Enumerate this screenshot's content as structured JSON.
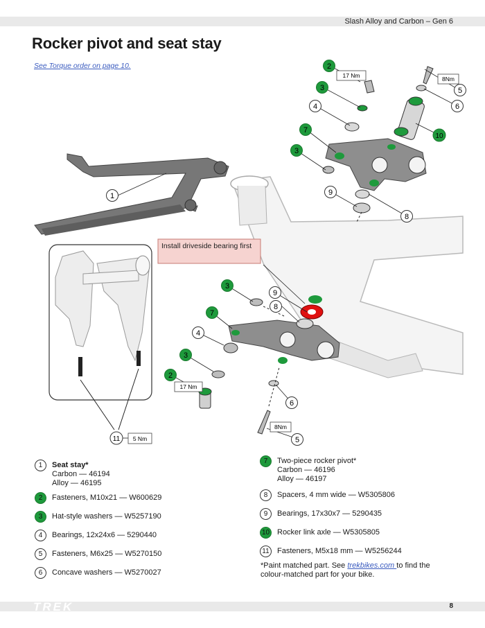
{
  "header": {
    "model": "Slash Alloy and Carbon – Gen 6"
  },
  "title": "Rocker pivot and seat stay",
  "torque_link": "See Torque order on page 10.",
  "callout": "Install driveside bearing first",
  "torque_labels": {
    "t17_top": "17 Nm",
    "t8_top": "8Nm",
    "t17_bottom": "17 Nm",
    "t8_bottom": "8Nm",
    "t5": "5 Nm"
  },
  "diagram_numbers": {
    "n1": "1",
    "n2a": "2",
    "n3a": "3",
    "n4a": "4",
    "n5a": "5",
    "n6a": "6",
    "n7a": "7",
    "n3b": "3",
    "n8a": "8",
    "n9a": "9",
    "n10": "10",
    "n3c": "3",
    "n9b": "9",
    "n8b": "8",
    "n7b": "7",
    "n4b": "4",
    "n3d": "3",
    "n2b": "2",
    "n6b": "6",
    "n5b": "5",
    "n11": "11"
  },
  "legend": {
    "left": [
      {
        "num": "1",
        "green": false,
        "title": "Seat stay*",
        "lines": [
          "Carbon — 46194",
          "Alloy — 46195"
        ]
      },
      {
        "num": "2",
        "green": true,
        "text": "Fasteners, M10x21 — W600629"
      },
      {
        "num": "3",
        "green": true,
        "text": "Hat-style washers — W5257190"
      },
      {
        "num": "4",
        "green": false,
        "text": "Bearings, 12x24x6 — 5290440"
      },
      {
        "num": "5",
        "green": false,
        "text": "Fasteners, M6x25 — W5270150"
      },
      {
        "num": "6",
        "green": false,
        "text": "Concave washers — W5270027"
      }
    ],
    "right": [
      {
        "num": "7",
        "green": true,
        "text": "Two-piece rocker pivot*",
        "lines": [
          "Carbon — 46196",
          "Alloy — 46197"
        ]
      },
      {
        "num": "8",
        "green": false,
        "text": "Spacers, 4 mm wide — W5305806"
      },
      {
        "num": "9",
        "green": false,
        "text": "Bearings, 17x30x7 — 5290435"
      },
      {
        "num": "10",
        "green": true,
        "text": "Rocker link axle — W5305805"
      },
      {
        "num": "11",
        "green": false,
        "text": "Fasteners, M5x18 mm — W5256244"
      }
    ]
  },
  "note": {
    "before": "*Paint matched part. See ",
    "link": "trekbikes.com ",
    "after": "to find the colour-matched part for your bike."
  },
  "footer": {
    "brand": "TREK",
    "page": "8"
  },
  "colors": {
    "green": "#1e9a3c",
    "red": "#e01010",
    "callout_bg": "#f6d3d0",
    "callout_border": "#c77b74",
    "link": "#3a5bbf"
  }
}
